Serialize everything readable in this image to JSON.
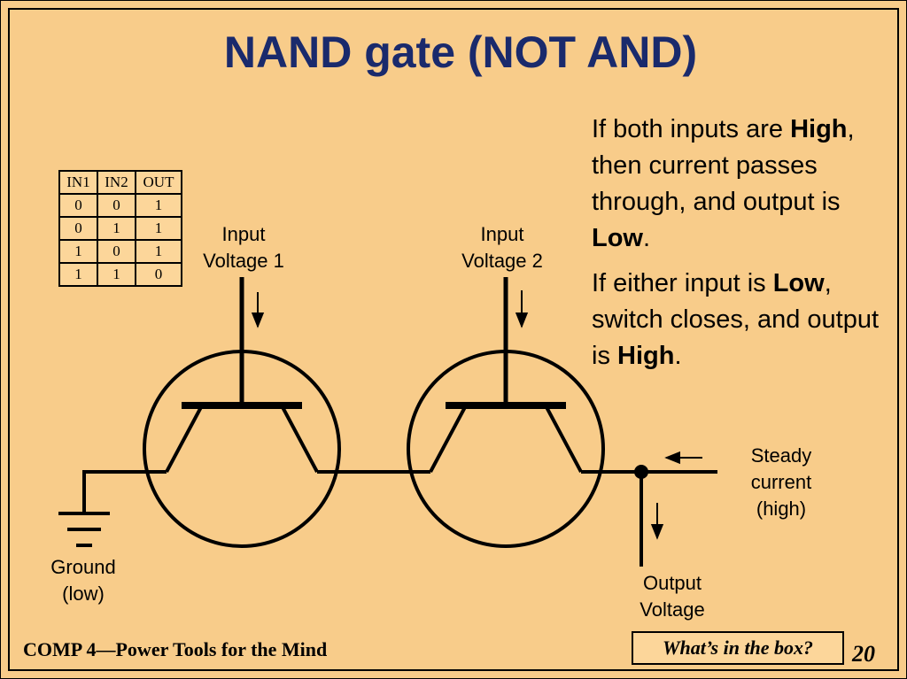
{
  "slide": {
    "title": "NAND gate (NOT AND)",
    "explanation": {
      "p1": {
        "text1": "If both inputs are ",
        "bold1": "High",
        "text2": ", then current passes through, and output is ",
        "bold2": "Low",
        "text3": "."
      },
      "p2": {
        "text1": "If either input is ",
        "bold1": "Low",
        "text2": ", switch closes, and output is ",
        "bold2": "High",
        "text3": "."
      }
    },
    "truth_table": {
      "headers": [
        "IN1",
        "IN2",
        "OUT"
      ],
      "rows": [
        [
          "0",
          "0",
          "1"
        ],
        [
          "0",
          "1",
          "1"
        ],
        [
          "1",
          "0",
          "1"
        ],
        [
          "1",
          "1",
          "0"
        ]
      ]
    },
    "labels": {
      "input1": {
        "line1": "Input",
        "line2": "Voltage 1"
      },
      "input2": {
        "line1": "Input",
        "line2": "Voltage 2"
      },
      "steady": {
        "line1": "Steady",
        "line2": "current",
        "line3": "(high)"
      },
      "ground": {
        "line1": "Ground",
        "line2": "(low)"
      },
      "output": {
        "line1": "Output",
        "line2": "Voltage"
      }
    },
    "footer": {
      "course": "COMP 4—Power Tools for the Mind",
      "box": "What’s in the box?",
      "page": "20"
    },
    "colors": {
      "background": "#f8cc8a",
      "title": "#1a2a6c"
    }
  }
}
